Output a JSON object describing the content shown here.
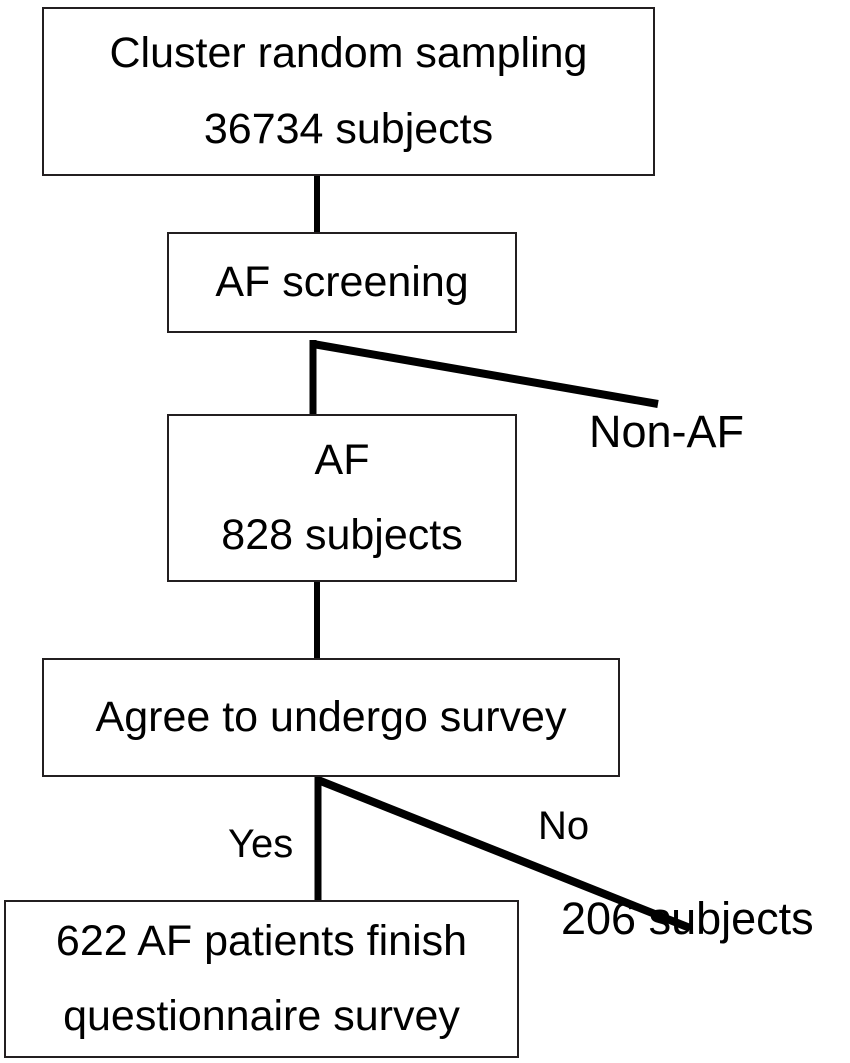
{
  "diagram": {
    "title": "Atrial fibrillation screening and survey participant flow",
    "type": "flowchart",
    "colors": {
      "box_border": "#231f20",
      "box_fill": "#ffffff",
      "text": "#000000",
      "connector": "#000000",
      "background": "#ffffff"
    },
    "nodes": [
      {
        "id": "cluster-sampling",
        "lines": [
          "Cluster random sampling",
          "36734 subjects"
        ],
        "count": "36734"
      },
      {
        "id": "af-screening",
        "lines": [
          "AF screening"
        ]
      },
      {
        "id": "af-group",
        "lines": [
          "AF",
          "828 subjects"
        ],
        "count": "828"
      },
      {
        "id": "agree-survey",
        "lines": [
          "Agree to undergo survey"
        ]
      },
      {
        "id": "finish-questionnaire",
        "lines": [
          "622 AF patients finish",
          "questionnaire survey"
        ],
        "count": "622"
      }
    ],
    "labels": {
      "non_af": "Non-AF",
      "yes": "Yes",
      "no": "No",
      "excluded_subjects": "206 subjects"
    },
    "connectors": [
      {
        "id": "sampling-to-screening",
        "kind": "vertical"
      },
      {
        "id": "screening-to-af",
        "kind": "vertical"
      },
      {
        "id": "screening-to-non-af",
        "kind": "diagonal",
        "label": "Non-AF"
      },
      {
        "id": "af-to-agree",
        "kind": "vertical"
      },
      {
        "id": "agree-to-finish",
        "kind": "vertical",
        "label": "Yes"
      },
      {
        "id": "agree-to-excluded",
        "kind": "diagonal",
        "label": "No"
      }
    ]
  }
}
